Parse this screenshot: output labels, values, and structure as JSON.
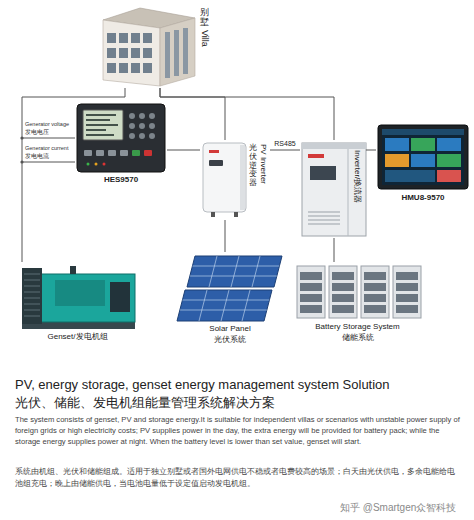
{
  "diagram": {
    "title": "PV, energy storage, genset energy management system Solution",
    "caption": "The system consists of genset, PV and storage energy.It is suitable for independent villas or scenarios with unstable power supply of foreign grids or high electricity costs; PV supplies power in the day, the extra energy will be provided for battery pack; while the storage energy supplies power at night. When the battery level is lower than set value, genset will start.",
    "nodes": [
      {
        "text": [
          "别墅",
          "Villa"
        ]
      },
      {
        "text": [
          "HES9570"
        ]
      },
      {
        "text": [
          "光伏逆变器",
          "PV Inverter"
        ]
      },
      {
        "text": [
          "Inverter/换流器"
        ]
      },
      {
        "text": [
          "HMU8-9570"
        ]
      },
      {
        "text": [
          "Genset/发电机组"
        ]
      },
      {
        "text": [
          "Solar Panel",
          "光伏系统"
        ]
      },
      {
        "text": [
          "Battery Storage System",
          "储能系统"
        ]
      }
    ],
    "edges": [
      {
        "from": 0,
        "to": 5,
        "arrow": "none"
      },
      {
        "from": 0,
        "to": 2,
        "arrow": "none"
      },
      {
        "from": 0,
        "to": 3,
        "arrow": "none"
      },
      {
        "from": 1,
        "to": 2,
        "arrow": "none"
      },
      {
        "from": 2,
        "to": 3,
        "label": "RS485",
        "arrow": "none"
      },
      {
        "from": 3,
        "to": 4,
        "arrow": "none"
      },
      {
        "from": 2,
        "to": 6,
        "arrow": "none"
      },
      {
        "from": 3,
        "to": 7,
        "arrow": "none"
      }
    ],
    "labels": [
      "Generator voltage",
      "发电电压",
      "Generator current",
      "发电电流",
      "光伏、储能、发电机组能量管理系统解决方案",
      "系统由机组、光伏和储能组成。适用于独立别墅或者国外电网供电不稳或者电费较高的场景；白天由光伏供电，多余电能给电池组充电；晚上由储能供电，当电池电量低于设定值启动发电机组。",
      "知乎 @Smartgen众智科技"
    ]
  }
}
